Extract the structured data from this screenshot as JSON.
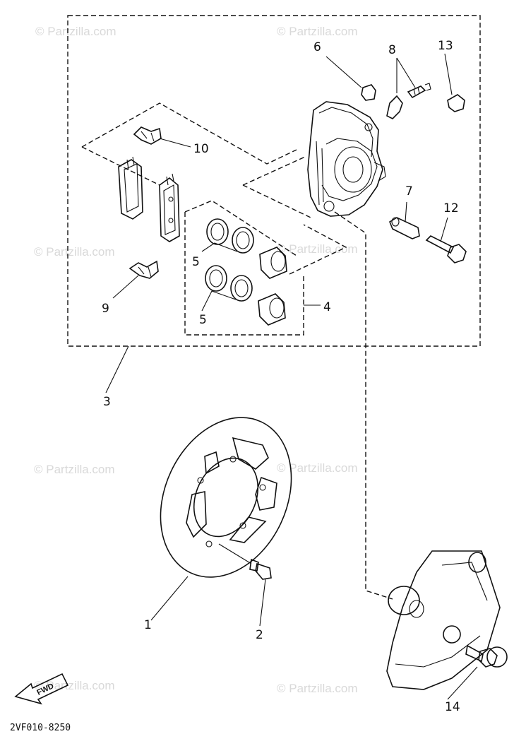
{
  "watermark": "© Partzilla.com",
  "diagram_code": "2VF010-8250",
  "fwd_label": "FWD",
  "callouts": {
    "c1": "1",
    "c2": "2",
    "c3": "3",
    "c4": "4",
    "c5a": "5",
    "c5b": "5",
    "c6": "6",
    "c7": "7",
    "c8": "8",
    "c9": "9",
    "c10": "10",
    "c12": "12",
    "c13": "13",
    "c14": "14"
  },
  "colors": {
    "line": "#111111",
    "watermark": "#d9d9d9",
    "background": "#ffffff"
  }
}
